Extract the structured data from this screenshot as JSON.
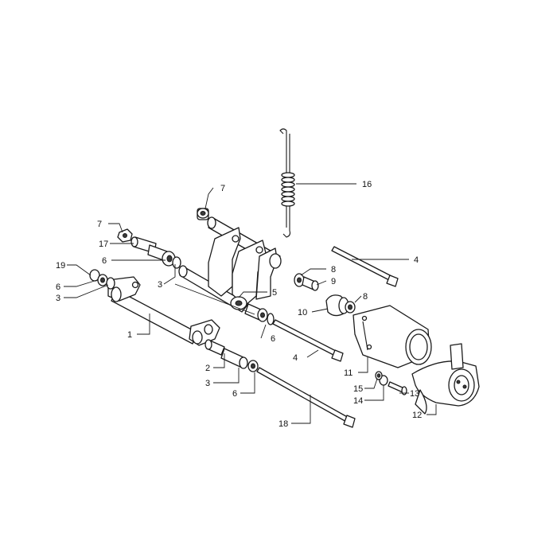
{
  "diagram": {
    "colors": {
      "line": "#1a1a1a",
      "paper": "#ffffff"
    },
    "callouts": [
      {
        "id": "c1",
        "text": "1"
      },
      {
        "id": "c2",
        "text": "2"
      },
      {
        "id": "c3a",
        "text": "3"
      },
      {
        "id": "c3b",
        "text": "3"
      },
      {
        "id": "c3c",
        "text": "3"
      },
      {
        "id": "c4a",
        "text": "4"
      },
      {
        "id": "c4b",
        "text": "4"
      },
      {
        "id": "c5",
        "text": "5"
      },
      {
        "id": "c6a",
        "text": "6"
      },
      {
        "id": "c6b",
        "text": "6"
      },
      {
        "id": "c6c",
        "text": "6"
      },
      {
        "id": "c6d",
        "text": "6"
      },
      {
        "id": "c7a",
        "text": "7"
      },
      {
        "id": "c7b",
        "text": "7"
      },
      {
        "id": "c8a",
        "text": "8"
      },
      {
        "id": "c8b",
        "text": "8"
      },
      {
        "id": "c9",
        "text": "9"
      },
      {
        "id": "c10",
        "text": "10"
      },
      {
        "id": "c11",
        "text": "11"
      },
      {
        "id": "c12",
        "text": "12"
      },
      {
        "id": "c13",
        "text": "13"
      },
      {
        "id": "c14",
        "text": "14"
      },
      {
        "id": "c15",
        "text": "15"
      },
      {
        "id": "c16",
        "text": "16"
      },
      {
        "id": "c17",
        "text": "17"
      },
      {
        "id": "c18",
        "text": "18"
      },
      {
        "id": "c19",
        "text": "19"
      }
    ]
  }
}
